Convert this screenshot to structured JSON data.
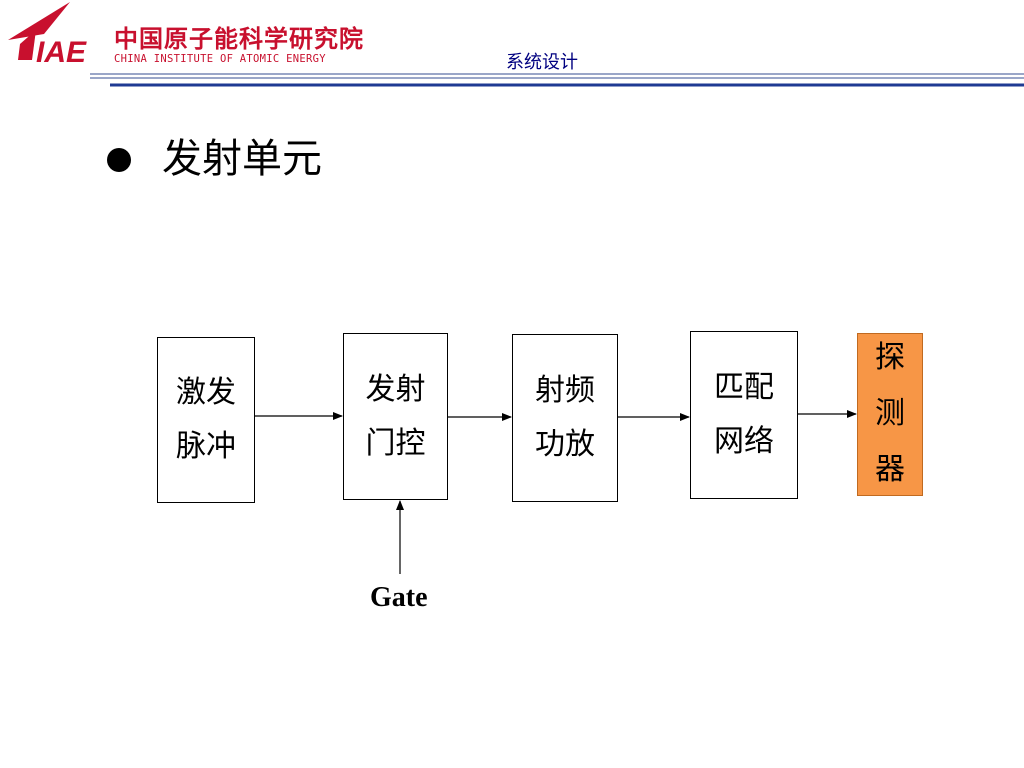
{
  "header": {
    "logo": {
      "mark_text": "IAE",
      "name_cn": "中国原子能科学研究院",
      "name_en": "CHINA INSTITUTE OF ATOMIC ENERGY"
    },
    "section_title": "系统设计"
  },
  "slide": {
    "heading": "发射单元",
    "blocks": [
      {
        "label": "激发脉冲"
      },
      {
        "label": "发射门控"
      },
      {
        "label": "射频功放"
      },
      {
        "label": "匹配网络"
      },
      {
        "label": "探测器"
      }
    ],
    "gate_label": "Gate"
  },
  "colors": {
    "brand_red": "#c8102e",
    "title_navy": "#000080",
    "rule_blue": "#1f3a93",
    "detector_fill": "#f79646"
  }
}
